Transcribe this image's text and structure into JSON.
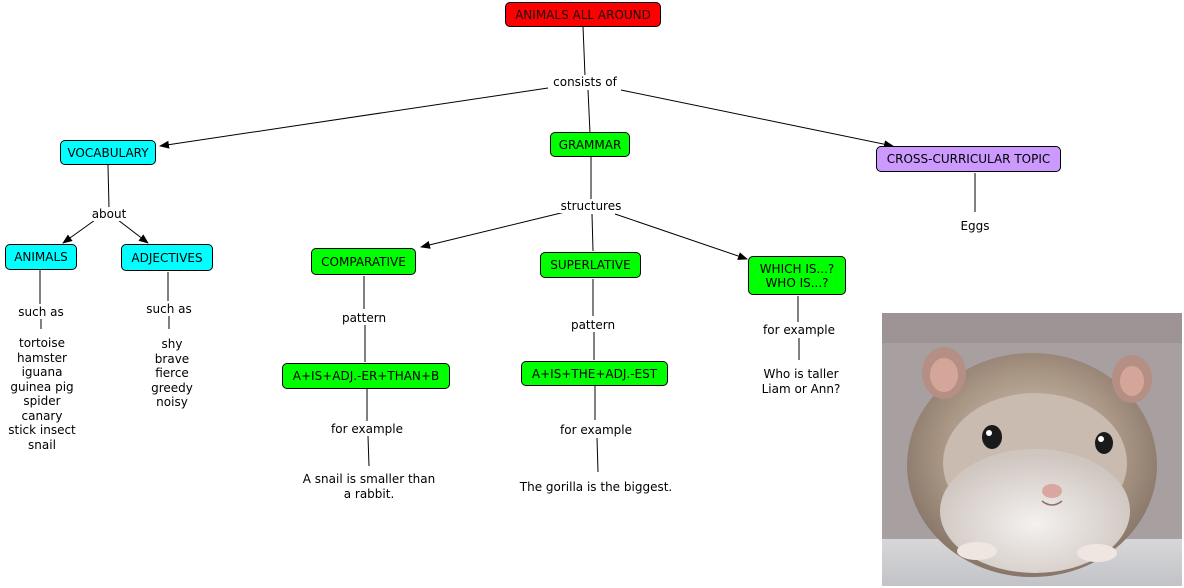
{
  "nodes": {
    "root": "ANIMALS ALL AROUND",
    "vocabulary": "VOCABULARY",
    "grammar": "GRAMMAR",
    "cross": "CROSS-CURRICULAR TOPIC",
    "animals": "ANIMALS",
    "adjectives": "ADJECTIVES",
    "comparative": "COMPARATIVE",
    "superlative": "SUPERLATIVE",
    "which_line1": "WHICH IS...?",
    "which_line2": "WHO IS...?",
    "comp_pattern": "A+IS+ADJ.-ER+THAN+B",
    "sup_pattern": "A+IS+THE+ADJ.-EST"
  },
  "labels": {
    "consists_of": "consists of",
    "about": "about",
    "structures": "structures",
    "such_as_animals": "such as",
    "such_as_adjectives": "such as",
    "pattern_comp": "pattern",
    "pattern_sup": "pattern",
    "for_example_comp": "for example",
    "for_example_sup": "for example",
    "for_example_which": "for example"
  },
  "texts": {
    "eggs": "Eggs",
    "animals_list": [
      "tortoise",
      "hamster",
      "iguana",
      "guinea pig",
      "spider",
      "canary",
      "stick insect",
      "snail"
    ],
    "adjectives_list": [
      "shy",
      "brave",
      "fierce",
      "greedy",
      "noisy"
    ],
    "comp_example_1": "A snail is smaller than",
    "comp_example_2": "a rabbit.",
    "sup_example": "The gorilla is the biggest.",
    "which_example_1": "Who is taller",
    "which_example_2": "Liam or Ann?"
  },
  "colors": {
    "root": "#ff0000",
    "vocabulary": "#00ffff",
    "grammar": "#00ff00",
    "cross": "#cc99ff"
  },
  "image": {
    "subject": "hamster-photo"
  }
}
